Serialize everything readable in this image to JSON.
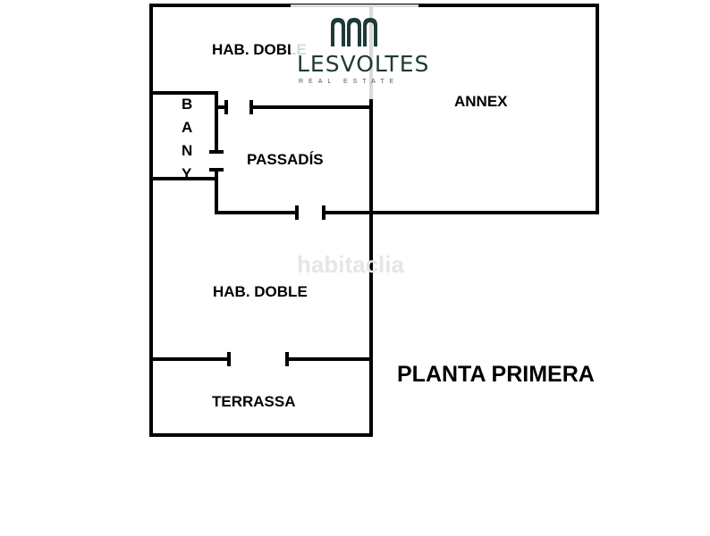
{
  "rooms": {
    "bedroom_top": "HAB. DOBLE",
    "annex": "ANNEX",
    "bathroom_letters": [
      "B",
      "A",
      "N",
      "Y"
    ],
    "hallway": "PASSADÍS",
    "bedroom_bottom": "HAB. DOBLE",
    "terrace": "TERRASSA"
  },
  "floor_title": "PLANTA PRIMERA",
  "logo": {
    "name": "LESVOLTES",
    "subtitle": "REAL ESTATE",
    "icon": "arches-icon",
    "color": "#1f3a36"
  },
  "watermark": "habitaclia"
}
